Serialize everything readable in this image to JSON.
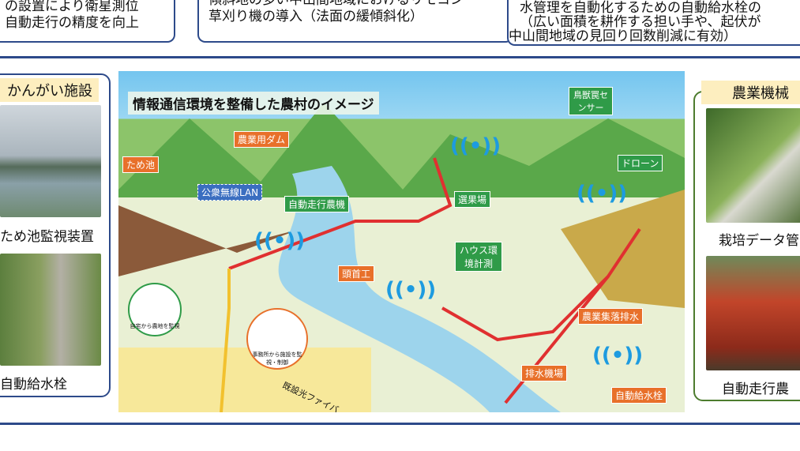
{
  "top_boxes": [
    {
      "line1": "の設置により衛星測位",
      "line2": "自動走行の精度を向上"
    },
    {
      "line1": "傾斜地の多い中山間地域におけるリモコン",
      "line2": "草刈り機の導入（法面の緩傾斜化）"
    },
    {
      "line1": "水管理を自動化するための自動給水栓の",
      "line2": "（広い面積を耕作する担い手や、起伏が",
      "line3": "中山間地域の見回り回数削減に有効）"
    }
  ],
  "left_panel": {
    "title": "かんがい施設",
    "captions": [
      "ため池監視装置",
      "自動給水栓"
    ]
  },
  "right_panel": {
    "title": "農業機械",
    "captions": [
      "栽培データ管",
      "自動走行農"
    ]
  },
  "map": {
    "title": "情報通信環境を整備した農村のイメージ",
    "labels": {
      "tameike": "ため池",
      "dam": "農業用ダム",
      "lan": "公衆無線LAN",
      "auto_machine": "自動走行農機",
      "trap": "鳥獣罠センサー",
      "drone": "ドローン",
      "sorting": "選果場",
      "house": "ハウス環境計測",
      "headworks": "頭首工",
      "sewage": "農業集落排水",
      "pump": "排水機場",
      "valve": "自動給水栓",
      "fiber": "既設光ファイバ"
    },
    "bubbles": {
      "home": "自宅から農地を監視",
      "office": "事務所から施設を監視・制御"
    }
  },
  "colors": {
    "frame": "#2d4a8a",
    "green_frame": "#4d7c2e",
    "label_orange": "#e8702a",
    "label_green": "#2f9b48",
    "line_red": "#e03030"
  }
}
